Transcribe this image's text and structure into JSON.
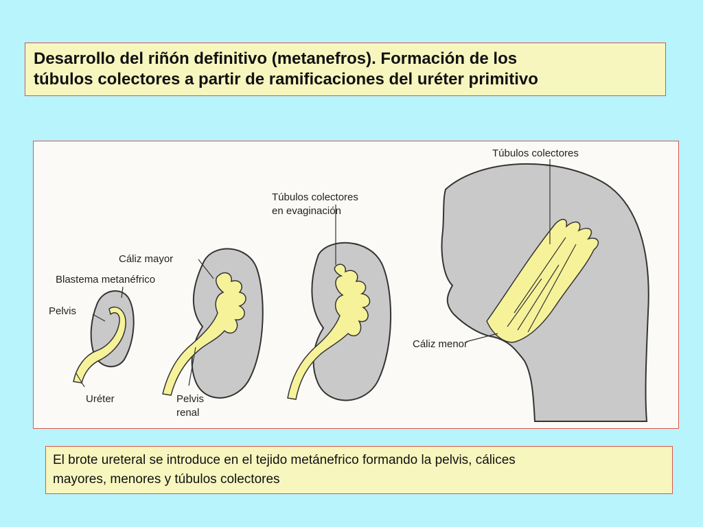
{
  "slide": {
    "title_line1": "Desarrollo del riñón definitivo (metanefros). Formación de los",
    "title_line2": "túbulos colectores a partir de ramificaciones del uréter primitivo",
    "caption_line1": "El brote ureteral se introduce en el tejido metánefrico formando la pelvis, cálices",
    "caption_line2": "mayores, menores y túbulos colectores"
  },
  "labels": {
    "tubulos_colectores": "Túbulos colectores",
    "tubulos_evaginacion_1": "Túbulos colectores",
    "tubulos_evaginacion_2": "en evaginación",
    "caliz_mayor": "Cáliz mayor",
    "blastema": "Blastema metanéfrico",
    "pelvis": "Pelvis",
    "ureter": "Uréter",
    "pelvis_renal_1": "Pelvis",
    "pelvis_renal_2": "renal",
    "caliz_menor": "Cáliz menor"
  },
  "colors": {
    "background": "#b8f4fb",
    "box_fill": "#f7f6bf",
    "box_border": "#d9544a",
    "tissue": "#c9c9c9",
    "ureter_yellow": "#f6f29a"
  }
}
